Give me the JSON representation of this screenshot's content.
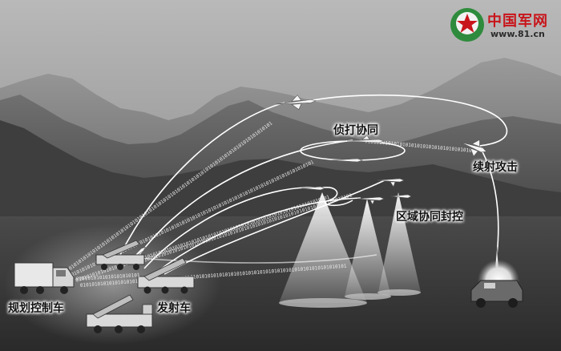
{
  "logo": {
    "name": "中国军网",
    "url": "www.81.cn",
    "brand_color": "#c8151b",
    "emblem_color": "#2e8b3d",
    "icon": "star-emblem-icon"
  },
  "labels": {
    "recon_strike": "侦打协同",
    "loiter_attack": "续射攻击",
    "area_control": "区域协同封控",
    "launcher": "发射车",
    "planning_control": "规划控制车"
  },
  "data_stream_text": "01010101010101010101010101010101010101010101010101010101010101010101010101010101010101010101",
  "colors": {
    "sky": "#909090",
    "ground": "#404040",
    "trajectory": "#ffffff"
  }
}
